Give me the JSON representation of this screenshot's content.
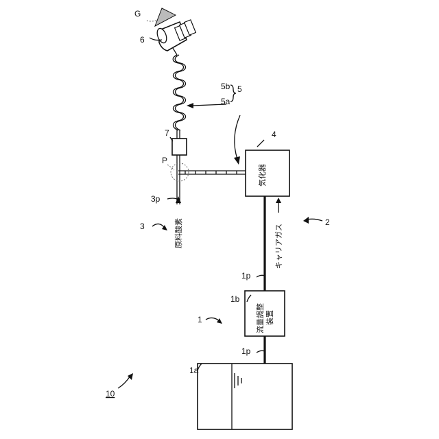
{
  "figure": {
    "ref_10": "10",
    "ref_1": "1",
    "ref_1a": "1a",
    "ref_1b": "1b",
    "ref_1p_bottom": "1p",
    "ref_1p_top": "1p",
    "ref_2": "2",
    "ref_3": "3",
    "ref_3p": "3p",
    "ref_4": "4",
    "ref_5": "5",
    "ref_5a": "5a",
    "ref_5b": "5b",
    "ref_6": "6",
    "ref_7": "7",
    "ref_P": "P",
    "ref_G": "G",
    "flow_device_line1": "流量調整",
    "flow_device_line2": "装置",
    "vaporizer": "気化器",
    "raw_oxygen": "原料酸素",
    "carrier_gas": "キャリアガス"
  }
}
